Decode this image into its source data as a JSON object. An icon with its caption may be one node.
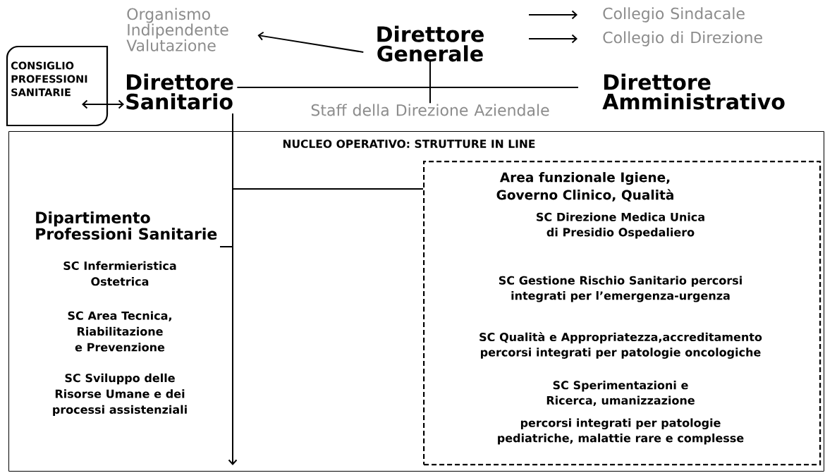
{
  "diagram": {
    "nodes": [
      {
        "text": [
          "Direttore Generale"
        ]
      },
      {
        "text": [
          "Organismo Indipendente Valutazione"
        ]
      },
      {
        "text": [
          "Collegio Sindacale"
        ]
      },
      {
        "text": [
          "Collegio di Direzione"
        ]
      },
      {
        "text": [
          "CONSIGLIO PROFESSIONI SANITARIE"
        ]
      },
      {
        "text": [
          "Direttore Sanitario"
        ]
      },
      {
        "text": [
          "Direttore Amministrativo"
        ]
      },
      {
        "text": [
          "Staff della Direzione Aziendale"
        ]
      },
      {
        "text": [
          "NUCLEO OPERATIVO: STRUTTURE IN LINE"
        ]
      },
      {
        "text": [
          "Dipartimento Professioni Sanitarie"
        ],
        "in": 8
      },
      {
        "text": [
          "Area funzionale Igiene, Governo Clinico, Qualità",
          "SC Direzione Medica Unica di Presidio Ospedaliero",
          "SC Gestione Rischio Sanitario percorsi integrati per l’emergenza-urgenza",
          "SC Qualità e Appropriatezza,accreditamento percorsi integrati per patologie oncologiche",
          "SC Sperimentazioni e Ricerca, umanizzazione",
          "percorsi integrati per patologie pediatriche, malattie rare e complesse"
        ],
        "in": 8
      }
    ],
    "edges": [
      {
        "from": 0,
        "to": 1,
        "arrow": "to"
      },
      {
        "from": 0,
        "to": 2,
        "arrow": "to"
      },
      {
        "from": 0,
        "to": 3,
        "arrow": "to"
      },
      {
        "from": 4,
        "to": 5,
        "arrow": "both"
      },
      {
        "from": 5,
        "to": 6,
        "arrow": "none"
      },
      {
        "from": 0,
        "to": 7,
        "arrow": "none"
      },
      {
        "from": 5,
        "to": 8,
        "arrow": "to"
      },
      {
        "from": 5,
        "to": 10,
        "arrow": "none"
      },
      {
        "from": 5,
        "to": 9,
        "arrow": "none"
      }
    ],
    "labels": [
      "SC Infermieristica Ostetrica",
      "SC Area Tecnica, Riabilitazione e Prevenzione",
      "SC Sviluppo delle Risorse Umane e dei processi assistenziali"
    ]
  }
}
